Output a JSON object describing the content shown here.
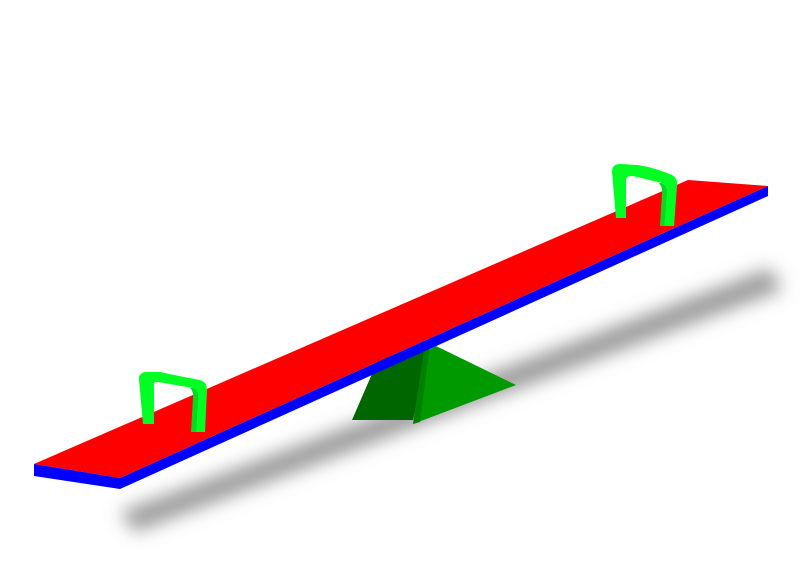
{
  "scene": {
    "subject": "seesaw-illustration",
    "colors": {
      "background": "#ffffff",
      "board_top": "#ff0000",
      "board_edge": "#0000ff",
      "board_edge_dark": "#0000cc",
      "handle": "#00ff22",
      "handle_shade": "#00dd1c",
      "fulcrum_light": "#009900",
      "fulcrum_mid": "#008000",
      "fulcrum_dark": "#006600",
      "shadow": "#7a7a7a"
    },
    "parts": [
      "board",
      "left-handle",
      "right-handle",
      "fulcrum",
      "shadow"
    ]
  }
}
